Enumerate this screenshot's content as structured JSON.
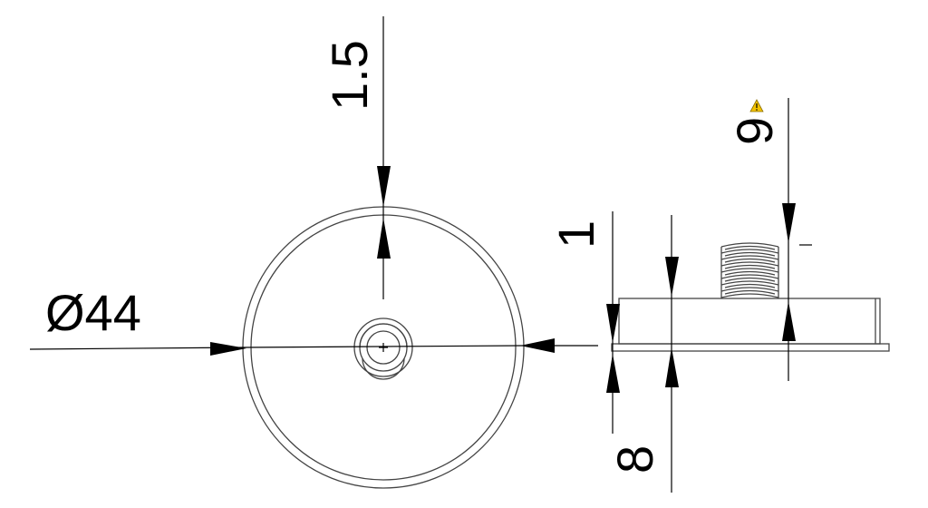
{
  "dimensions": {
    "diameter": "Ø44",
    "rim_thickness": "1.5",
    "plate_thickness": "1",
    "thread_length": "9",
    "base_height": "8"
  },
  "colors": {
    "line": "#000000",
    "part_outline": "#444444",
    "warning_fill": "#f2c200"
  },
  "icons": {
    "warning": "warning-icon"
  }
}
